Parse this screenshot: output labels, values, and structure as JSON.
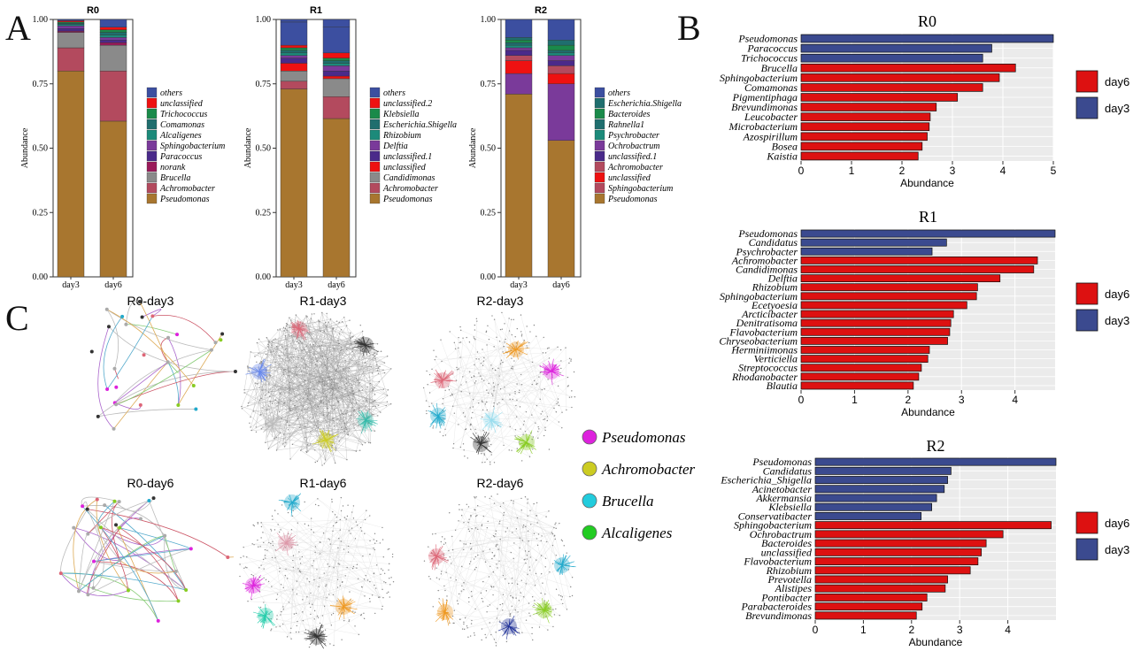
{
  "panel_labels": {
    "A": "A",
    "B": "B",
    "C": "C"
  },
  "colors": {
    "day6": "#dd1111",
    "day3": "#3b4a8f",
    "others": "#3c4fa0",
    "unclassified": "#ee1111",
    "Trichococcus": "#1a8a4a",
    "Comamonas": "#1f6e6e",
    "Alcaligenes": "#1c8a7a",
    "Sphingobacterium": "#7a3a9a",
    "Paracoccus": "#4a2a8a",
    "norank": "#9a1a5a",
    "Brucella": "#8a8a8a",
    "Achromobacter": "#b34a5e",
    "Pseudomonas": "#a8762f",
    "Klebsiella": "#1a8a4a",
    "Escherichia.Shigella": "#1f6e6e",
    "Rhizobium": "#1c8a7a",
    "Delftia": "#7a3a9a",
    "unclassified.1": "#4a2a8a",
    "Candidimonas": "#8a8a8a",
    "unclassified.2": "#ee1111",
    "Bacteroides": "#1a8a4a",
    "Rahnella1": "#1f6e6e",
    "Psychrobacter": "#1c8a7a",
    "Ochrobactrum": "#7a3a9a",
    "Sphingobacterium2": "#b34a5e"
  },
  "chart_data": [
    {
      "type": "bar",
      "stacked": true,
      "panel": "A",
      "title": "R0",
      "xlabel": "",
      "ylabel": "Abundance",
      "categories": [
        "day3",
        "day6"
      ],
      "ylim": [
        0,
        1
      ],
      "yticks": [
        "0.00",
        "0.25",
        "0.50",
        "0.75",
        "1.00"
      ],
      "legend_placement": "right",
      "series": [
        {
          "name": "Pseudomonas",
          "values": [
            0.8,
            0.605
          ]
        },
        {
          "name": "Achromobacter",
          "values": [
            0.09,
            0.195
          ]
        },
        {
          "name": "Brucella",
          "values": [
            0.06,
            0.1
          ]
        },
        {
          "name": "norank",
          "values": [
            0.005,
            0.01
          ]
        },
        {
          "name": "Paracoccus",
          "values": [
            0.01,
            0.01
          ]
        },
        {
          "name": "Sphingobacterium",
          "values": [
            0.01,
            0.01
          ]
        },
        {
          "name": "Alcaligenes",
          "values": [
            0.005,
            0.01
          ]
        },
        {
          "name": "Comamonas",
          "values": [
            0.005,
            0.01
          ]
        },
        {
          "name": "Trichococcus",
          "values": [
            0.005,
            0.01
          ]
        },
        {
          "name": "unclassified",
          "values": [
            0.005,
            0.01
          ]
        },
        {
          "name": "others",
          "values": [
            0.005,
            0.03
          ]
        }
      ]
    },
    {
      "type": "bar",
      "stacked": true,
      "panel": "A",
      "title": "R1",
      "xlabel": "",
      "ylabel": "Abundance",
      "categories": [
        "day3",
        "day6"
      ],
      "ylim": [
        0,
        1
      ],
      "yticks": [
        "0.00",
        "0.25",
        "0.50",
        "0.75",
        "1.00"
      ],
      "legend_placement": "right",
      "series": [
        {
          "name": "Pseudomonas",
          "values": [
            0.73,
            0.615
          ]
        },
        {
          "name": "Achromobacter",
          "values": [
            0.03,
            0.085
          ]
        },
        {
          "name": "Candidimonas",
          "values": [
            0.04,
            0.07
          ]
        },
        {
          "name": "unclassified",
          "values": [
            0.03,
            0.01
          ]
        },
        {
          "name": "unclassified.1",
          "values": [
            0.02,
            0.02
          ]
        },
        {
          "name": "Delftia",
          "values": [
            0.01,
            0.02
          ]
        },
        {
          "name": "Rhizobium",
          "values": [
            0.01,
            0.01
          ]
        },
        {
          "name": "Escherichia.Shigella",
          "values": [
            0.01,
            0.01
          ]
        },
        {
          "name": "Klebsiella",
          "values": [
            0.01,
            0.01
          ]
        },
        {
          "name": "unclassified.2",
          "values": [
            0.01,
            0.02
          ]
        },
        {
          "name": "others",
          "values": [
            0.09,
            0.1
          ]
        }
      ]
    },
    {
      "type": "bar",
      "stacked": true,
      "panel": "A",
      "title": "R2",
      "xlabel": "",
      "ylabel": "Abundance",
      "categories": [
        "day3",
        "day6"
      ],
      "ylim": [
        0,
        1
      ],
      "yticks": [
        "0.00",
        "0.25",
        "0.50",
        "0.75",
        "1.00"
      ],
      "legend_placement": "right",
      "series": [
        {
          "name": "Pseudomonas",
          "values": [
            0.71,
            0.53
          ]
        },
        {
          "name": "Sphingobacterium",
          "values": [
            0.08,
            0.22
          ]
        },
        {
          "name": "unclassified",
          "values": [
            0.05,
            0.04
          ]
        },
        {
          "name": "Achromobacter",
          "values": [
            0.02,
            0.03
          ]
        },
        {
          "name": "unclassified.1",
          "values": [
            0.02,
            0.02
          ]
        },
        {
          "name": "Ochrobactrum",
          "values": [
            0.01,
            0.02
          ]
        },
        {
          "name": "Psychrobacter",
          "values": [
            0.01,
            0.01
          ]
        },
        {
          "name": "Rahnella1",
          "values": [
            0.01,
            0.01
          ]
        },
        {
          "name": "Bacteroides",
          "values": [
            0.01,
            0.02
          ]
        },
        {
          "name": "Escherichia.Shigella",
          "values": [
            0.01,
            0.02
          ]
        },
        {
          "name": "others",
          "values": [
            0.07,
            0.08
          ]
        }
      ]
    },
    {
      "type": "bar",
      "orientation": "horizontal",
      "panel": "B",
      "title": "R0",
      "xlabel": "Abundance",
      "ylabel": "",
      "xlim": [
        0,
        5
      ],
      "xticks": [
        0,
        1,
        2,
        3,
        4,
        5
      ],
      "grid": true,
      "legend_placement": "right",
      "legend": [
        "day6",
        "day3"
      ],
      "categories": [
        "Pseudomonas",
        "Paracoccus",
        "Trichococcus",
        "Brucella",
        "Sphingobacterium",
        "Comamonas",
        "Pigmentiphaga",
        "Brevundimonas",
        "Leucobacter",
        "Microbacterium",
        "Azospirillum",
        "Bosea",
        "Kaistia"
      ],
      "values": [
        5.0,
        3.78,
        3.6,
        4.25,
        3.93,
        3.6,
        3.1,
        2.68,
        2.56,
        2.54,
        2.5,
        2.4,
        2.32
      ],
      "groups": [
        "day3",
        "day3",
        "day3",
        "day6",
        "day6",
        "day6",
        "day6",
        "day6",
        "day6",
        "day6",
        "day6",
        "day6",
        "day6"
      ]
    },
    {
      "type": "bar",
      "orientation": "horizontal",
      "panel": "B",
      "title": "R1",
      "xlabel": "Abundance",
      "ylabel": "",
      "xlim": [
        0,
        4.75
      ],
      "xticks": [
        0,
        1,
        2,
        3,
        4
      ],
      "grid": true,
      "legend_placement": "right",
      "legend": [
        "day6",
        "day3"
      ],
      "categories": [
        "Pseudomonas",
        "Candidatus",
        "Psychrobacter",
        "Achromobacter",
        "Candidimonas",
        "Delftia",
        "Rhizobium",
        "Sphingobacterium",
        "Ecetyoesia",
        "Arcticibacter",
        "Denitratisoma",
        "Flavobacterium",
        "Chryseobacterium",
        "Herminiimonas",
        "Verticiella",
        "Streptococcus",
        "Rhodanobacter",
        "Blautia"
      ],
      "values": [
        4.75,
        2.72,
        2.45,
        4.42,
        4.35,
        3.72,
        3.3,
        3.28,
        3.1,
        2.85,
        2.8,
        2.78,
        2.74,
        2.4,
        2.37,
        2.25,
        2.2,
        2.1
      ],
      "groups": [
        "day3",
        "day3",
        "day3",
        "day6",
        "day6",
        "day6",
        "day6",
        "day6",
        "day6",
        "day6",
        "day6",
        "day6",
        "day6",
        "day6",
        "day6",
        "day6",
        "day6",
        "day6"
      ]
    },
    {
      "type": "bar",
      "orientation": "horizontal",
      "panel": "B",
      "title": "R2",
      "xlabel": "Abundance",
      "ylabel": "",
      "xlim": [
        0,
        5.0
      ],
      "xticks": [
        0,
        1,
        2,
        3,
        4
      ],
      "grid": true,
      "legend_placement": "right",
      "legend": [
        "day6",
        "day3"
      ],
      "categories": [
        "Pseudomonas",
        "Candidatus",
        "Escherichia_Shigella",
        "Acinetobacter",
        "Akkermansia",
        "Klebsiella",
        "Conservatibacter",
        "Sphingobacterium",
        "Ochrobactrum",
        "Bacteroides",
        "unclassified",
        "Flavobacterium",
        "Rhizobium",
        "Prevotella",
        "Alistipes",
        "Pontibacter",
        "Parabacteroides",
        "Brevundimonas"
      ],
      "values": [
        5.0,
        2.82,
        2.75,
        2.68,
        2.52,
        2.42,
        2.2,
        4.9,
        3.9,
        3.55,
        3.45,
        3.38,
        3.22,
        2.75,
        2.7,
        2.32,
        2.22,
        2.1
      ],
      "groups": [
        "day3",
        "day3",
        "day3",
        "day3",
        "day3",
        "day3",
        "day3",
        "day6",
        "day6",
        "day6",
        "day6",
        "day6",
        "day6",
        "day6",
        "day6",
        "day6",
        "day6",
        "day6"
      ]
    }
  ],
  "stack_legends": {
    "R0": [
      "others",
      "unclassified",
      "Trichococcus",
      "Comamonas",
      "Alcaligenes",
      "Sphingobacterium",
      "Paracoccus",
      "norank",
      "Brucella",
      "Achromobacter",
      "Pseudomonas"
    ],
    "R1": [
      "others",
      "unclassified.2",
      "Klebsiella",
      "Escherichia.Shigella",
      "Rhizobium",
      "Delftia",
      "unclassified.1",
      "unclassified",
      "Candidimonas",
      "Achromobacter",
      "Pseudomonas"
    ],
    "R2": [
      "others",
      "Escherichia.Shigella",
      "Bacteroides",
      "Rahnella1",
      "Psychrobacter",
      "Ochrobactrum",
      "unclassified.1",
      "Achromobacter",
      "unclassified",
      "Sphingobacterium",
      "Pseudomonas"
    ]
  },
  "networks": {
    "titles": [
      "R0-day3",
      "R1-day3",
      "R2-day3",
      "R0-day6",
      "R1-day6",
      "R2-day6"
    ],
    "legend": [
      {
        "name": "Pseudomonas",
        "color": "#dd22dd"
      },
      {
        "name": "Achromobacter",
        "color": "#cccc22"
      },
      {
        "name": "Brucella",
        "color": "#22ccdd"
      },
      {
        "name": "Alcaligenes",
        "color": "#22cc22"
      }
    ]
  }
}
